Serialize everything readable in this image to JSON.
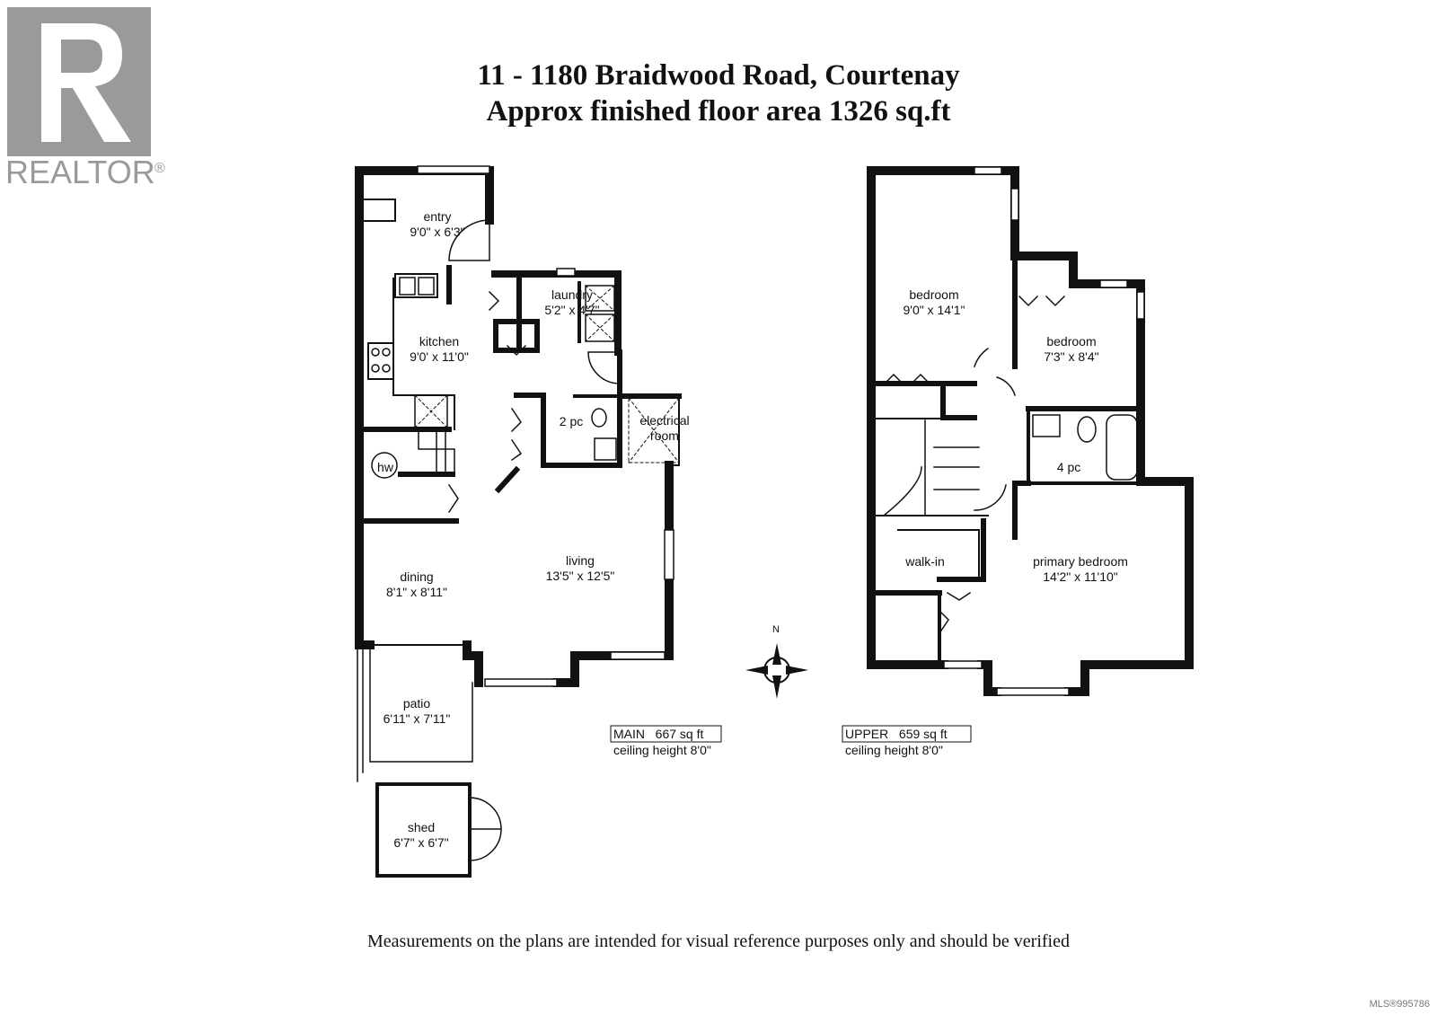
{
  "logo": {
    "text": "REALTOR",
    "mark": "®",
    "color": "#9a9a9a"
  },
  "title": {
    "address": "11 - 1180 Braidwood Road, Courtenay",
    "area": "Approx finished floor area 1326 sq.ft"
  },
  "main_floor": {
    "rooms": [
      {
        "name": "entry",
        "dims": "9'0\" x 6'3\""
      },
      {
        "name": "laundry",
        "dims": "5'2\" x 4'7\""
      },
      {
        "name": "kitchen",
        "dims": "9'0' x 11'0\""
      },
      {
        "name": "2 pc",
        "dims": ""
      },
      {
        "name": "electrical room",
        "dims": ""
      },
      {
        "name": "hw",
        "dims": ""
      },
      {
        "name": "dining",
        "dims": "8'1\" x 8'11\""
      },
      {
        "name": "living",
        "dims": "13'5\" x 12'5\""
      },
      {
        "name": "patio",
        "dims": "6'11\" x 7'11\""
      },
      {
        "name": "shed",
        "dims": "6'7\" x 6'7\""
      }
    ],
    "summary": {
      "label": "MAIN",
      "area": "667 sq ft",
      "ceiling": "ceiling height 8'0\""
    }
  },
  "upper_floor": {
    "rooms": [
      {
        "name": "bedroom",
        "dims": "9'0\" x 14'1\""
      },
      {
        "name": "bedroom",
        "dims": "7'3\" x 8'4\""
      },
      {
        "name": "4 pc",
        "dims": ""
      },
      {
        "name": "walk-in",
        "dims": ""
      },
      {
        "name": "primary bedroom",
        "dims": "14'2\" x 11'10\""
      }
    ],
    "summary": {
      "label": "UPPER",
      "area": "659 sq ft",
      "ceiling": "ceiling height 8'0\""
    }
  },
  "compass": {
    "north": "N"
  },
  "footer": "Measurements on the plans are intended for visual reference purposes only and should be verified",
  "mls": "MLS®995786"
}
